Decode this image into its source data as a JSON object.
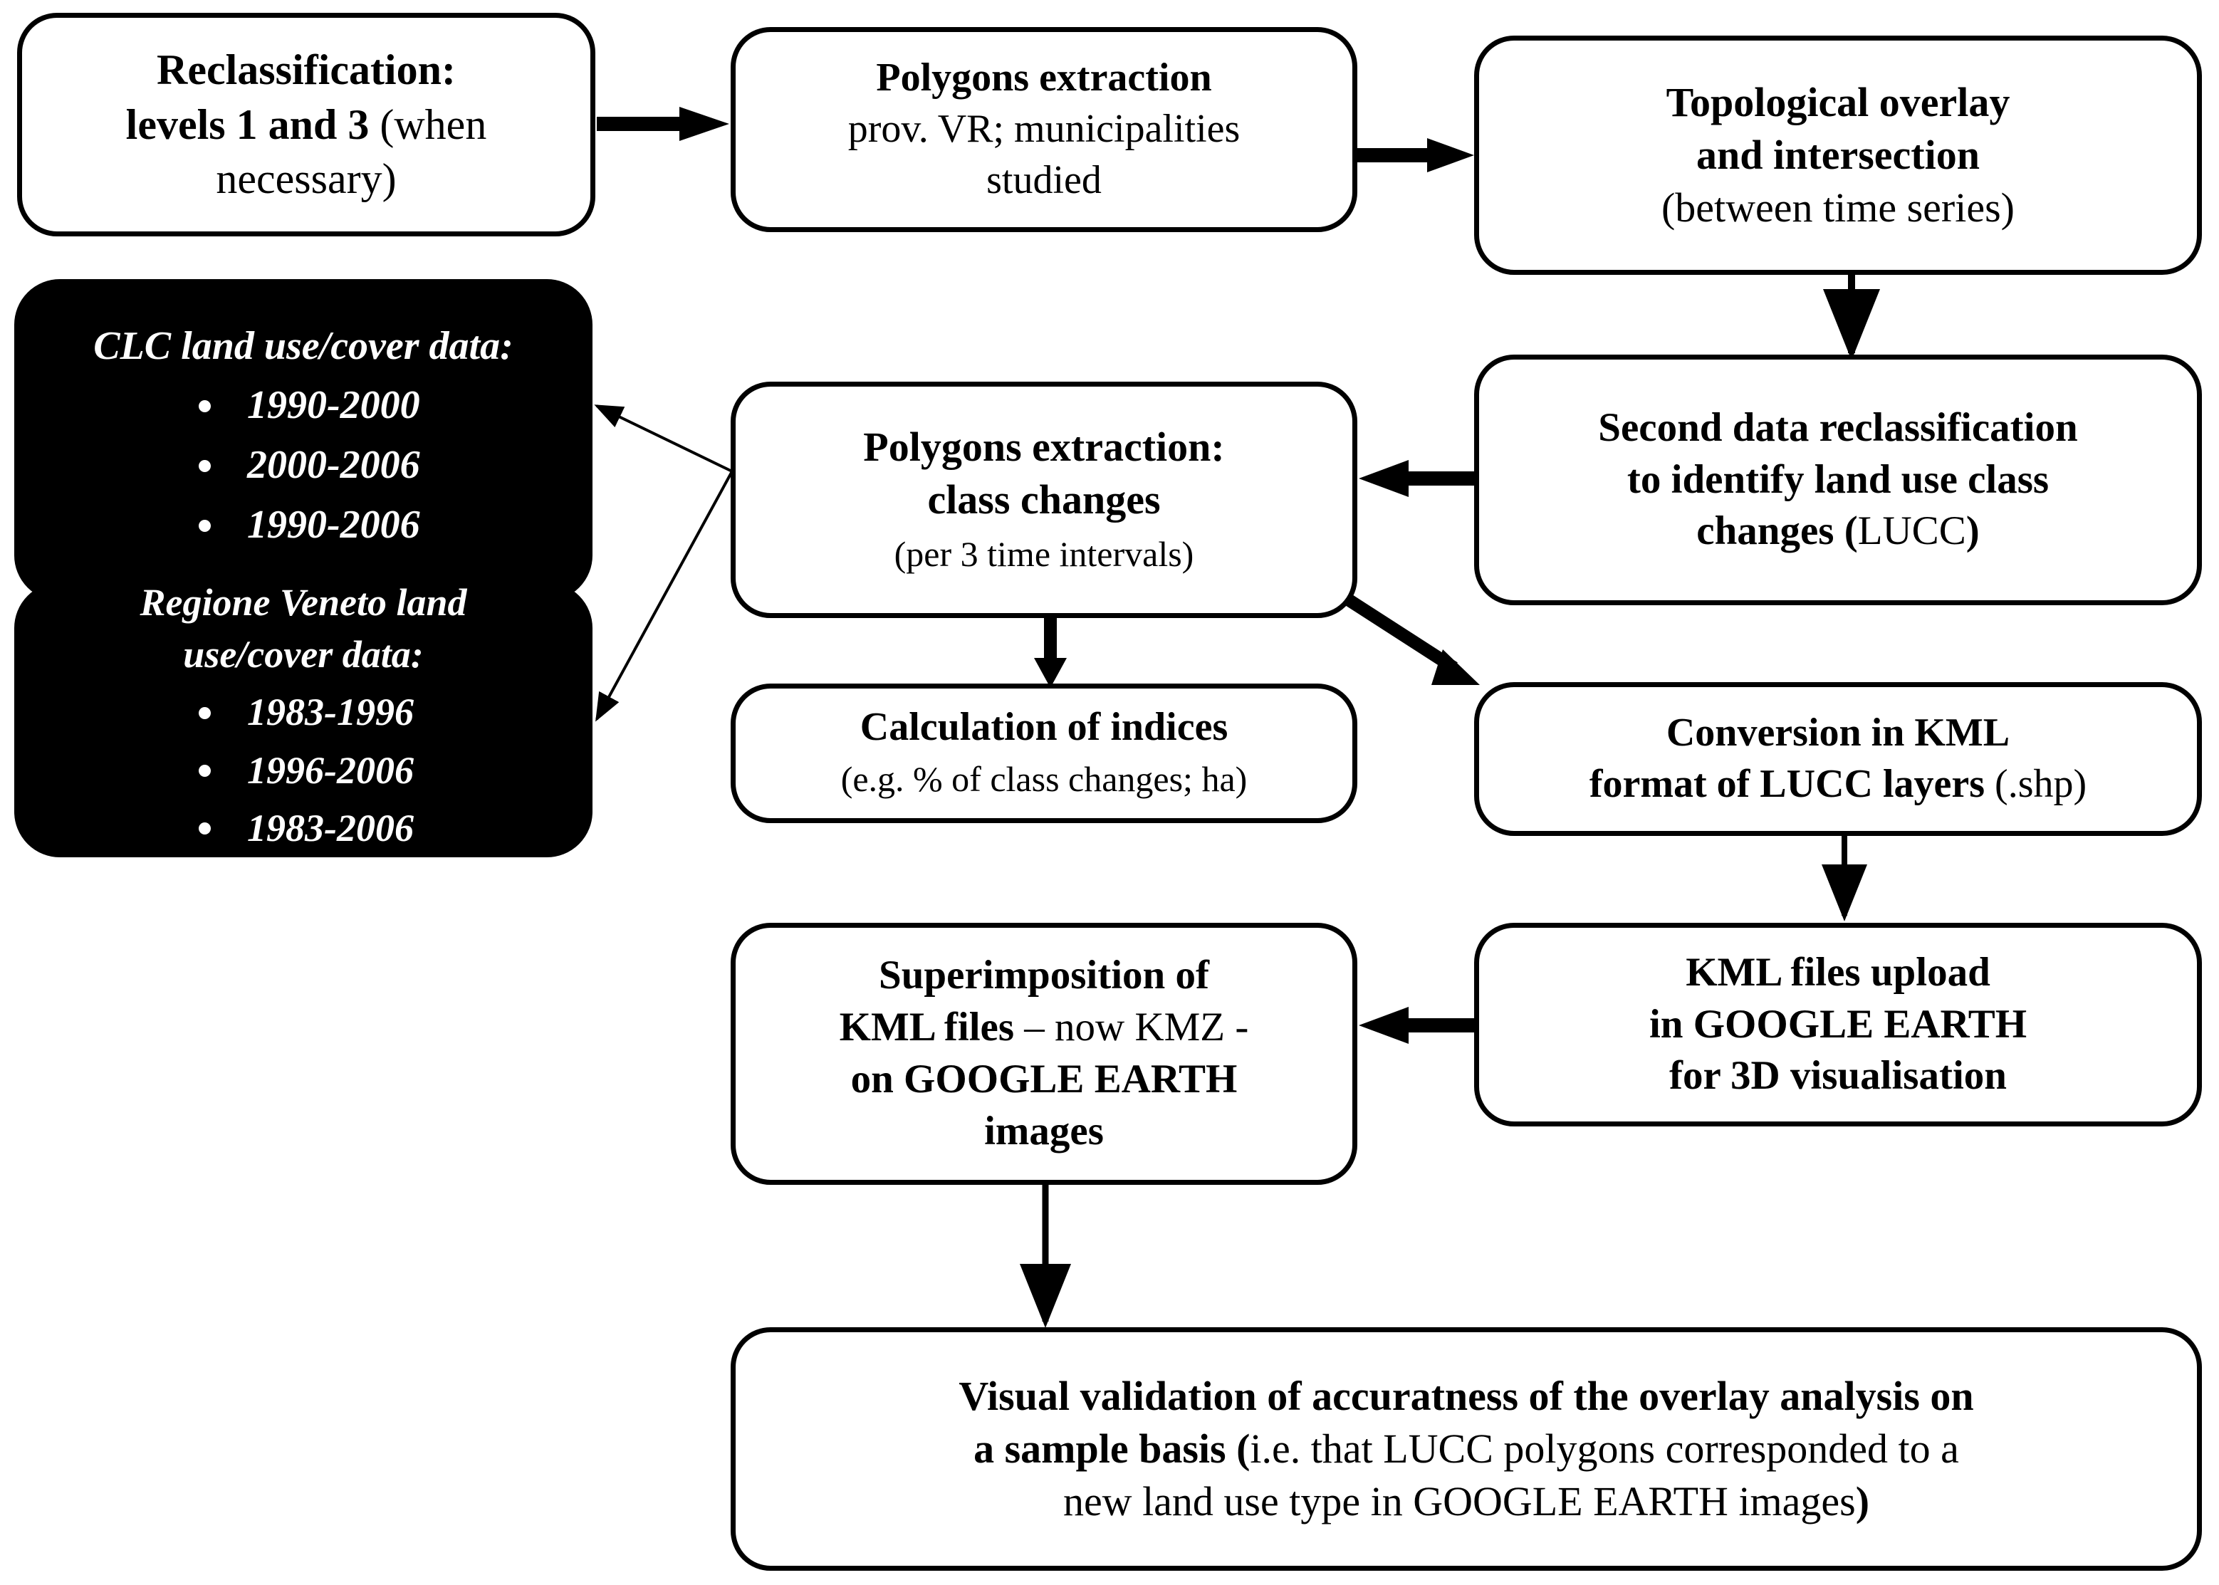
{
  "diagram": {
    "title": "LUCC analysis workflow",
    "background": "#ffffff",
    "line_color": "#000000",
    "dark_box_color": "#000000",
    "dark_box_text_color": "#ffffff"
  },
  "nodes": {
    "reclassification": {
      "line1_bold": "Reclassification:",
      "line2_bold": "levels 1 and 3 ",
      "line2_regular": "(when",
      "line3_regular": "necessary)"
    },
    "polygons_extraction": {
      "line1_bold": "Polygons extraction",
      "line2_regular": "prov. VR; municipalities",
      "line3_regular": "studied"
    },
    "topological_overlay": {
      "line1_bold": "Topological overlay",
      "line2_bold": "and intersection",
      "line3_regular": "(between time series)"
    },
    "clc_data": {
      "title": "CLC land use/cover data:",
      "items": [
        "1990-2000",
        "2000-2006",
        "1990-2006"
      ]
    },
    "veneto_data": {
      "title_line1": "Regione Veneto land",
      "title_line2": "use/cover data:",
      "items": [
        "1983-1996",
        "1996-2006",
        "1983-2006"
      ]
    },
    "polygons_class_changes": {
      "line1_bold": "Polygons extraction:",
      "line2_bold": "class changes",
      "line3_regular": "(per 3 time intervals)"
    },
    "second_reclassification": {
      "line1_bold": "Second data reclassification",
      "line2_bold": "to identify land use class",
      "line3_bold_a": "changes (",
      "line3_regular": "LUCC",
      "line3_bold_b": ")"
    },
    "calculation_indices": {
      "line1_bold": "Calculation of indices",
      "line2_regular": "(e.g. % of class changes; ha)"
    },
    "kml_conversion": {
      "line1_bold": "Conversion in KML",
      "line2_bold": "format of LUCC layers ",
      "line2_regular": "(.shp)"
    },
    "superimposition": {
      "line1_bold": "Superimposition of",
      "line2_bold_a": "KML files ",
      "line2_regular": "– now KMZ -",
      "line3_bold": "on GOOGLE EARTH",
      "line4_bold": "images"
    },
    "kml_upload": {
      "line1_bold": "KML files upload",
      "line2_bold": "in GOOGLE EARTH",
      "line3_bold": "for 3D visualisation"
    },
    "visual_validation": {
      "line1_bold": "Visual validation of accuratness of the overlay analysis on",
      "line2_bold_a": "a sample basis (",
      "line2_regular": "i.e. that LUCC polygons corresponded to a",
      "line3_regular": "new land use type in GOOGLE EARTH images",
      "line3_bold_b": ")"
    }
  },
  "connectors": [
    {
      "name": "reclassification-to-polygons-extraction",
      "style": "thick-arrow",
      "direction": "right"
    },
    {
      "name": "polygons-extraction-to-topological-overlay",
      "style": "thick-arrow",
      "direction": "right"
    },
    {
      "name": "topological-overlay-to-second-reclassification",
      "style": "thick-arrow",
      "direction": "down"
    },
    {
      "name": "second-reclassification-to-class-changes",
      "style": "thick-arrow",
      "direction": "left"
    },
    {
      "name": "class-changes-to-calculation-indices",
      "style": "thick-arrow",
      "direction": "down"
    },
    {
      "name": "class-changes-to-kml-conversion",
      "style": "thick-arrow",
      "direction": "diagonal-down-right"
    },
    {
      "name": "class-changes-to-clc-data",
      "style": "thin-arrow",
      "direction": "diagonal-up-left"
    },
    {
      "name": "class-changes-to-veneto-data",
      "style": "thin-arrow",
      "direction": "diagonal-down-left"
    },
    {
      "name": "kml-conversion-to-kml-upload",
      "style": "thin-arrow",
      "direction": "down"
    },
    {
      "name": "kml-upload-to-superimposition",
      "style": "thick-arrow",
      "direction": "left"
    },
    {
      "name": "superimposition-to-visual-validation",
      "style": "thin-arrow",
      "direction": "down"
    }
  ]
}
